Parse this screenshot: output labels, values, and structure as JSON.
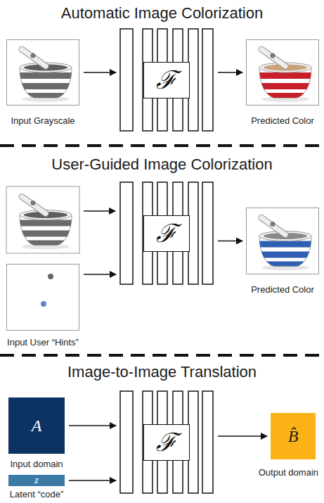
{
  "diagram": {
    "nodes": [
      {
        "text": [
          "Input Grayscale"
        ]
      },
      {
        "text": [
          "ℱ"
        ]
      },
      {
        "text": [
          "Predicted Color"
        ]
      },
      {
        "text": [
          "Input User “Hints”"
        ]
      },
      {
        "text": [
          "ℱ"
        ]
      },
      {
        "text": [
          "Predicted Color"
        ]
      },
      {
        "text": [
          "A",
          "Input domain"
        ]
      },
      {
        "text": [
          "z",
          "Latent “code”"
        ]
      },
      {
        "text": [
          "ℱ"
        ]
      },
      {
        "text": [
          "B̂",
          "Output domain"
        ]
      }
    ],
    "edges": [
      {
        "from": 0,
        "to": 1,
        "arrow": "to"
      },
      {
        "from": 1,
        "to": 2,
        "arrow": "to"
      },
      {
        "from": 3,
        "to": 4,
        "arrow": "to"
      },
      {
        "from": 4,
        "to": 5,
        "arrow": "to"
      },
      {
        "from": 6,
        "to": 8,
        "arrow": "to"
      },
      {
        "from": 7,
        "to": 8,
        "arrow": "to"
      },
      {
        "from": 8,
        "to": 9,
        "arrow": "to"
      }
    ],
    "labels": [
      "Automatic Image Colorization",
      "User-Guided Image Colorization",
      "Image-to-Image Translation"
    ]
  }
}
